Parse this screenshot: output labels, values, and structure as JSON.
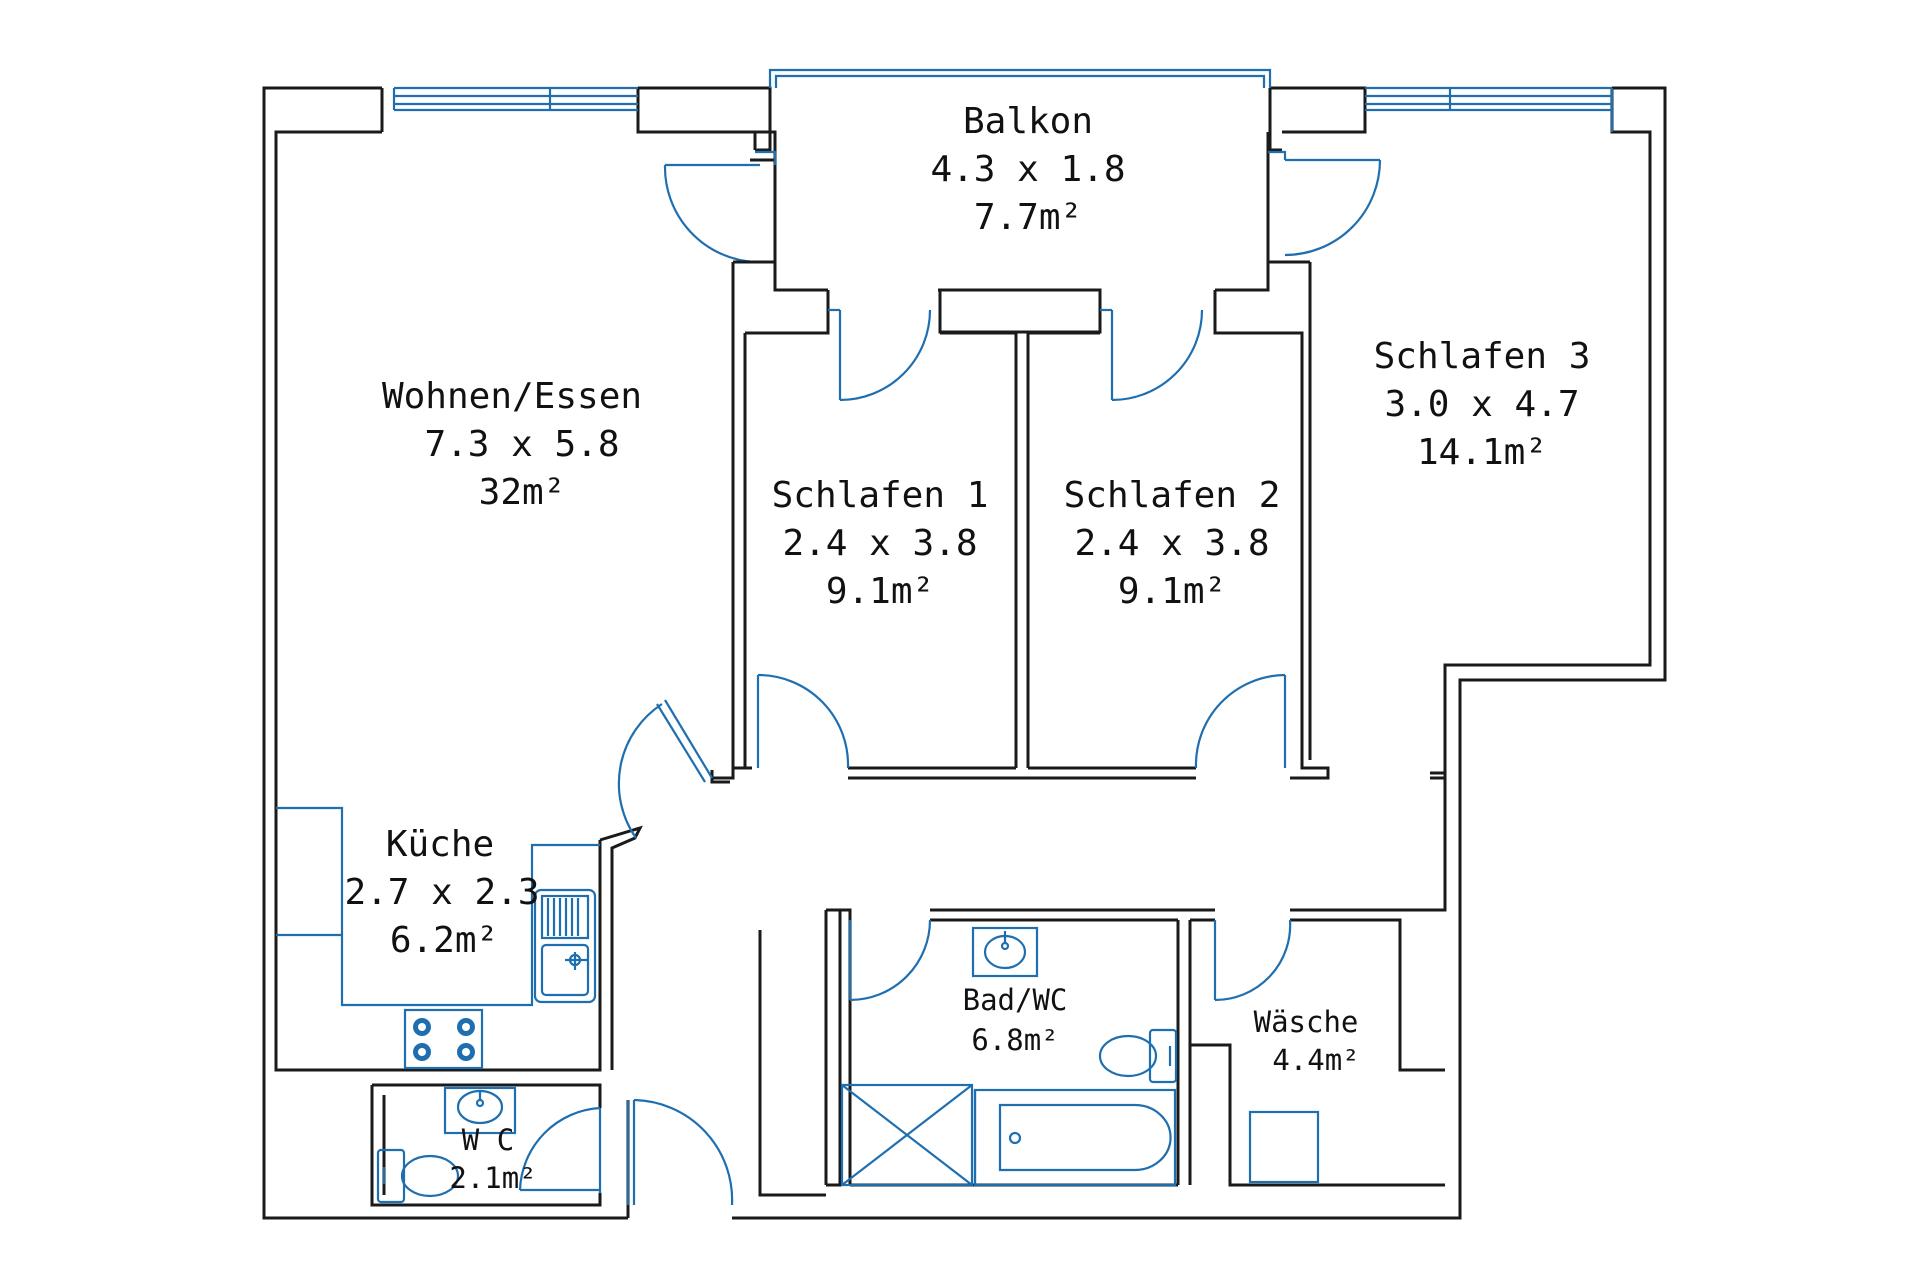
{
  "colors": {
    "wall": "#1a1a1a",
    "fixture": "#1f6fb0",
    "background": "#ffffff"
  },
  "rooms": {
    "balkon": {
      "name": "Balkon",
      "dims": "4.3 x 1.8",
      "area": "7.7m²"
    },
    "wohnen": {
      "name": "Wohnen/Essen",
      "dims": "7.3 x 5.8",
      "area": "32m²"
    },
    "schlafen1": {
      "name": "Schlafen 1",
      "dims": "2.4 x 3.8",
      "area": "9.1m²"
    },
    "schlafen2": {
      "name": "Schlafen 2",
      "dims": "2.4 x 3.8",
      "area": "9.1m²"
    },
    "schlafen3": {
      "name": "Schlafen 3",
      "dims": "3.0 x 4.7",
      "area": "14.1m²"
    },
    "kueche": {
      "name": "Küche",
      "dims": "2.7 x 2.3",
      "area": "6.2m²"
    },
    "bad": {
      "name": "Bad/WC",
      "area": "6.8m²"
    },
    "waesche": {
      "name": "Wäsche",
      "area": "4.4m²"
    },
    "wc": {
      "name": "W C",
      "area": "2.1m²"
    }
  },
  "icons": [
    "window",
    "door-swing",
    "sink",
    "stove",
    "toilet",
    "bathtub",
    "shower-tray",
    "washing-machine"
  ]
}
